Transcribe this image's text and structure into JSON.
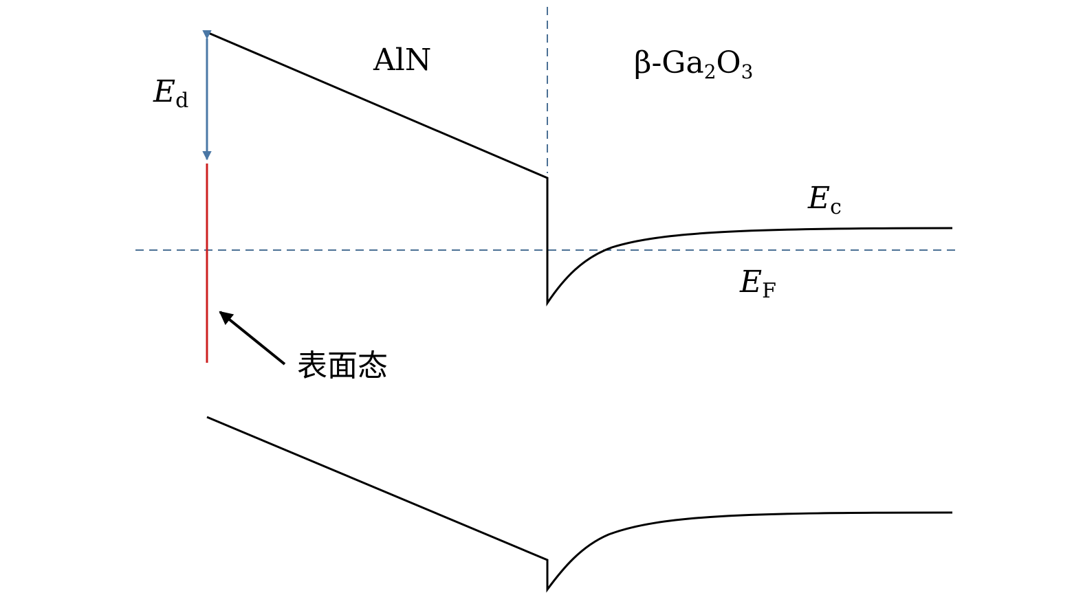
{
  "labels": {
    "material_left": "AlN",
    "material_right_prefix": "β-Ga",
    "material_right_sub1": "2",
    "material_right_mid": "O",
    "material_right_sub2": "3",
    "ed_main": "E",
    "ed_sub": "d",
    "ec_main": "E",
    "ec_sub": "c",
    "ef_main": "E",
    "ef_sub": "F",
    "surface_state": "表面态"
  },
  "colors": {
    "band_line": "#000000",
    "dashed_line": "#4a6f94",
    "ed_arrow": "#4a77a5",
    "surface_state": "#cc1f1f",
    "annotation_arrow": "#000000"
  }
}
